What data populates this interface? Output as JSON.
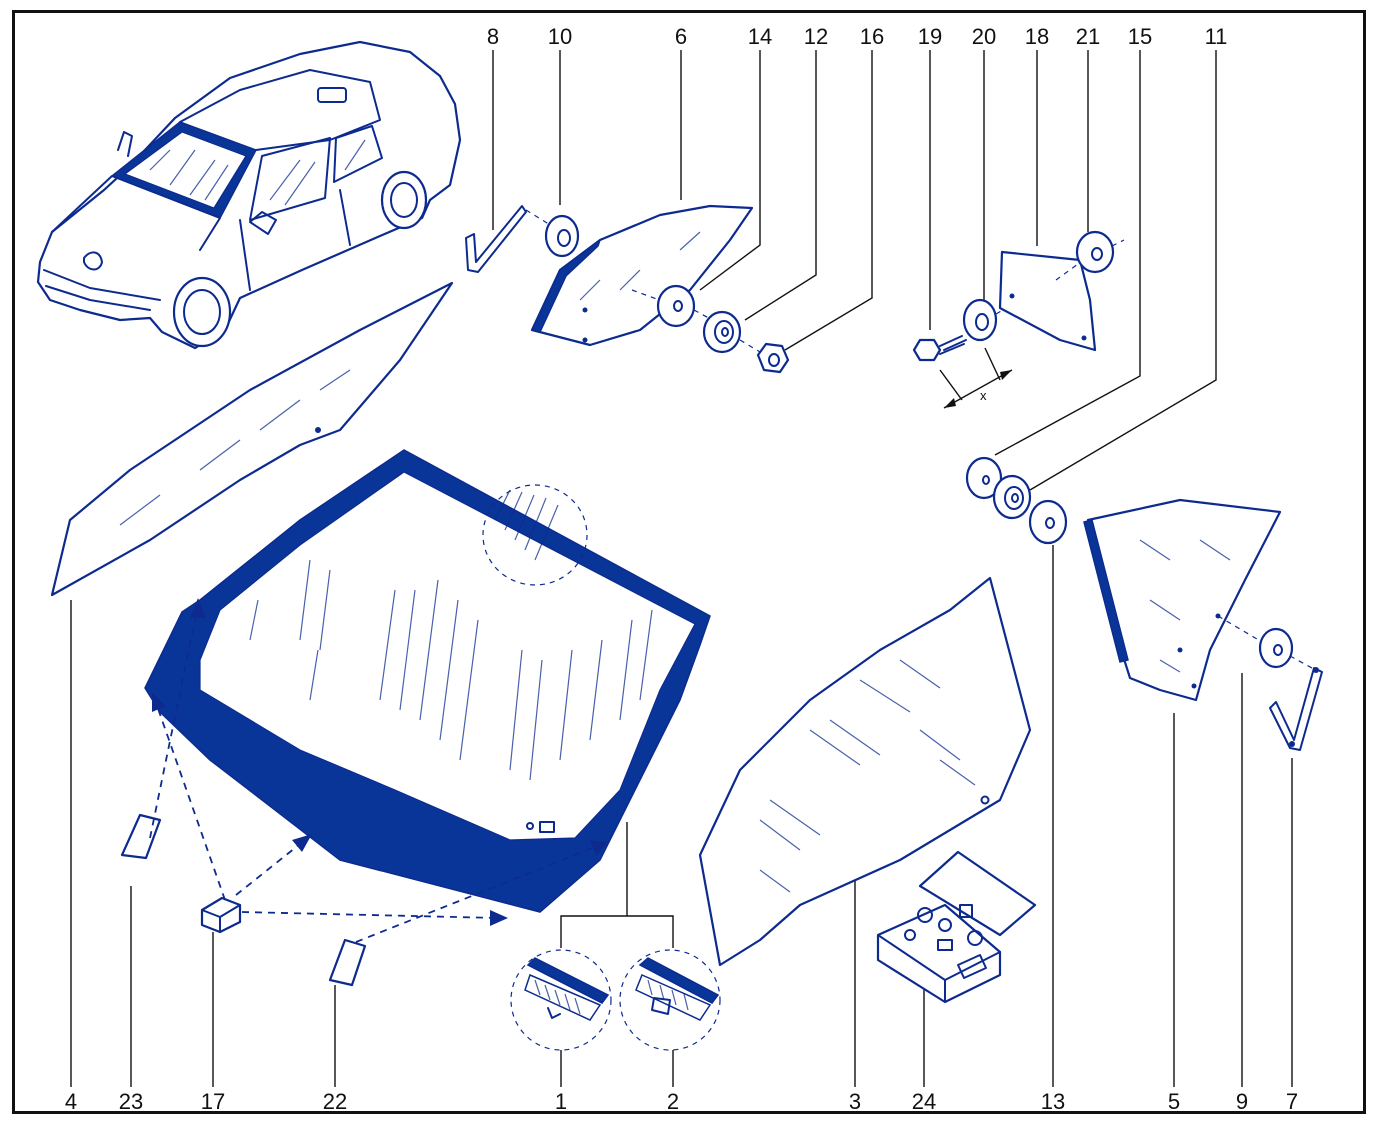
{
  "callouts_top": [
    "8",
    "10",
    "6",
    "14",
    "12",
    "16",
    "19",
    "20",
    "18",
    "21",
    "15",
    "11"
  ],
  "callouts_bottom": [
    "4",
    "23",
    "17",
    "22",
    "1",
    "2",
    "3",
    "24",
    "13",
    "5",
    "9",
    "7"
  ],
  "dimension_label": "x",
  "colors": {
    "ink": "#0d2b8f",
    "band": "#0a3598",
    "text": "#111111"
  }
}
